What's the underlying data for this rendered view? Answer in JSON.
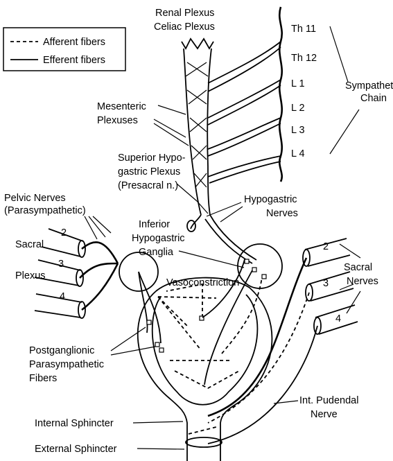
{
  "legend": {
    "afferent": "Afferent fibers",
    "efferent": "Efferent fibers"
  },
  "labels": {
    "renal_plexus": "Renal Plexus",
    "celiac_plexus": "Celiac Plexus",
    "th11": "Th 11",
    "th12": "Th 12",
    "l1": "L 1",
    "l2": "L 2",
    "l3": "L 3",
    "l4": "L 4",
    "sympathetic": "Sympathetic",
    "chain": "Chain",
    "mesenteric": "Mesenteric",
    "plexuses": "Plexuses",
    "superior_hypo": "Superior Hypo-",
    "gastric_plexus": "gastric Plexus",
    "presacral": "(Presacral n.)",
    "pelvic_nerves": "Pelvic Nerves",
    "parasympathetic": "(Parasympathetic)",
    "inferior": "Inferior",
    "hypogastric": "Hypogastric",
    "ganglia": "Ganglia",
    "hypogastric_r": "Hypogastric",
    "nerves_r": "Nerves",
    "sacral_l": "Sacral",
    "plexus_l": "Plexus",
    "vasoconstriction": "Vasoconstriction",
    "sacral_r": "Sacral",
    "nerves_sacral": "Nerves",
    "postganglionic": "Postganglionic",
    "parasympathetic2": "Parasympathetic",
    "fibers": "Fibers",
    "int_pudendal": "Int. Pudendal",
    "nerve": "Nerve",
    "internal_sphincter": "Internal Sphincter",
    "external_sphincter": "External Sphincter",
    "num_2l": "2",
    "num_3l": "3",
    "num_4l": "4",
    "num_2r": "2",
    "num_3r": "3",
    "num_4r": "4"
  }
}
